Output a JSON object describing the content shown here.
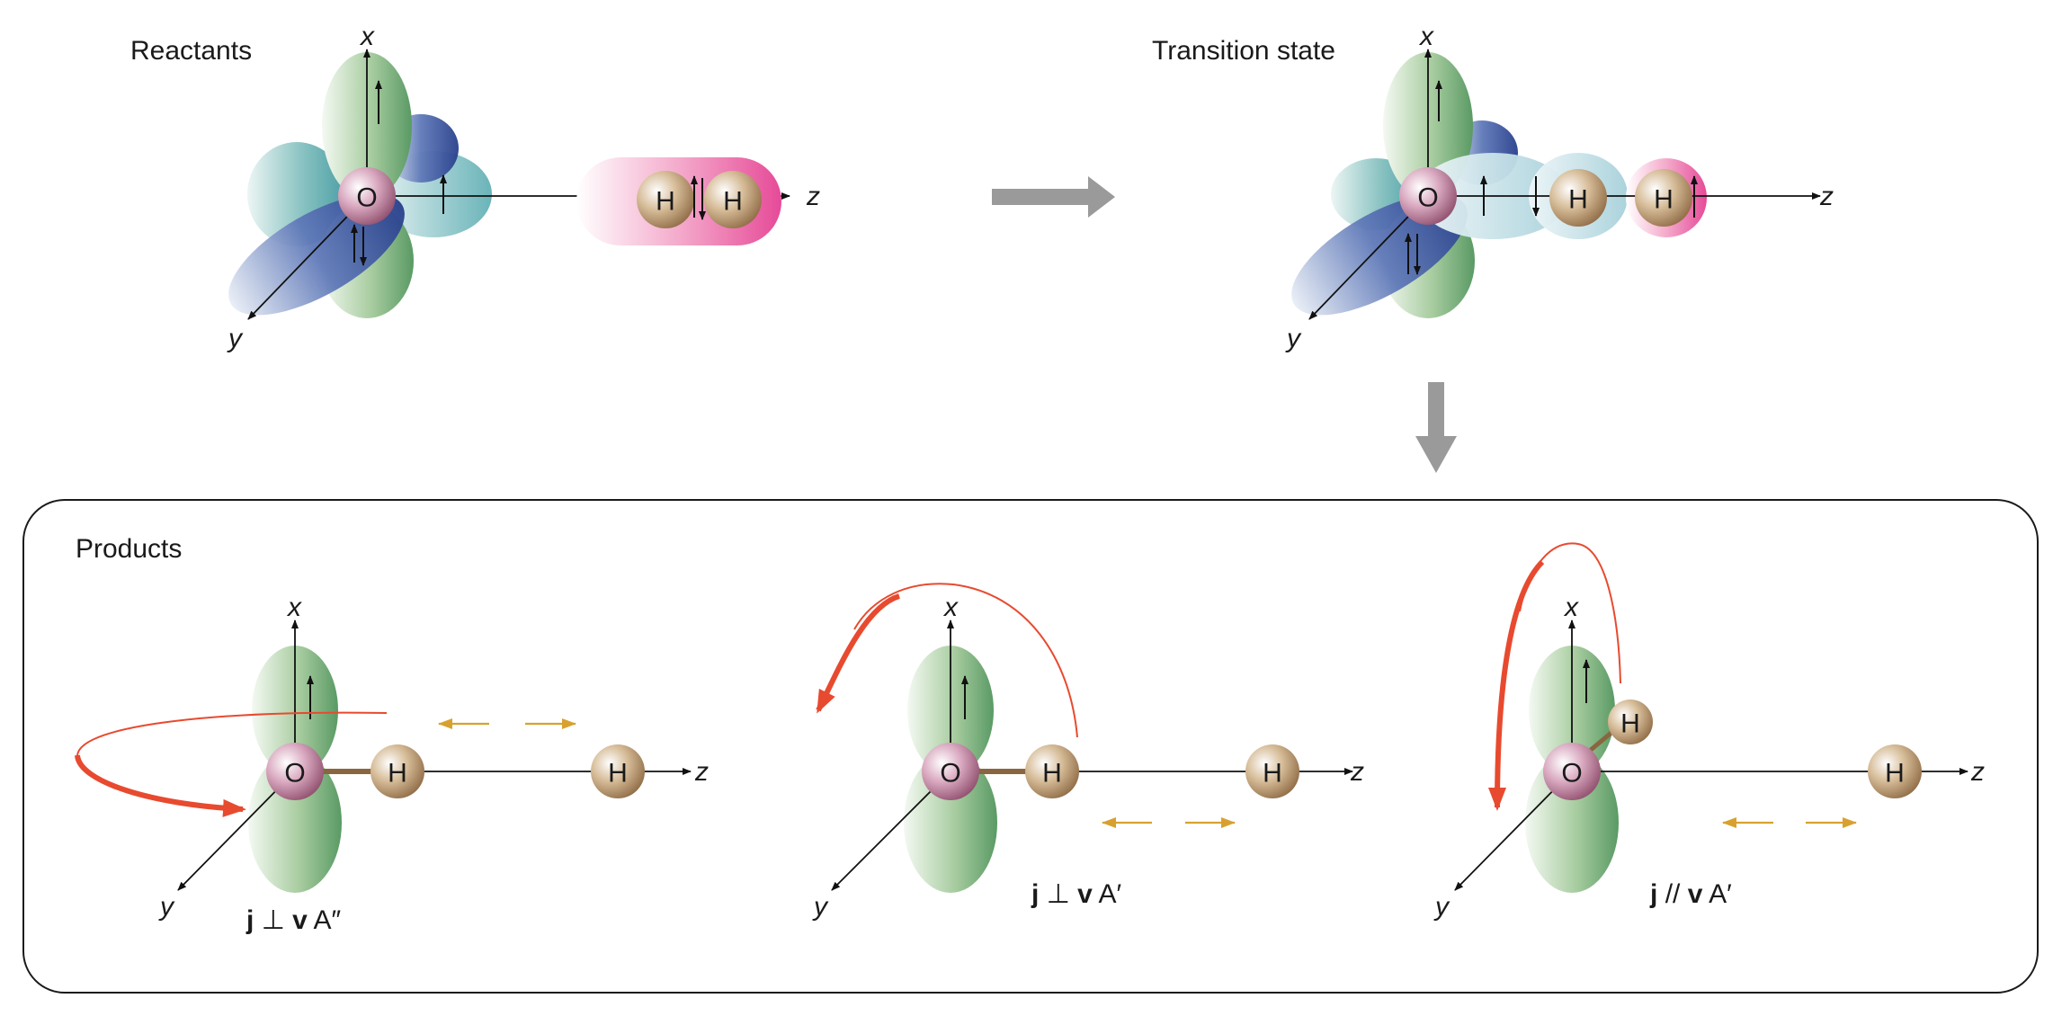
{
  "labels": {
    "reactants": "Reactants",
    "transition_state": "Transition state",
    "products": "Products"
  },
  "axes": {
    "x": "x",
    "y": "y",
    "z": "z"
  },
  "atoms": {
    "oxygen": "O",
    "hydrogen": "H"
  },
  "products": [
    {
      "j": "j",
      "relation": "⊥",
      "v": "v",
      "symmetry": "A″"
    },
    {
      "j": "j",
      "relation": "⊥",
      "v": "v",
      "symmetry": "A′"
    },
    {
      "j": "j",
      "relation": "//",
      "v": "v",
      "symmetry": "A′"
    }
  ],
  "colors": {
    "p_orbital_green": "#5e9e68",
    "p_orbital_blue": "#2f4e9e",
    "p_orbital_teal": "#58a8ad",
    "h2_pink": "#e8559f",
    "ts_orbital": "#a9d3dc",
    "oxygen_atom": "#9c5b79",
    "hydrogen_atom": "#9a7650",
    "rotation_arrow": "#e84a2f",
    "velocity_arrow": "#d8a12f",
    "process_arrow": "#9a9a9a"
  }
}
